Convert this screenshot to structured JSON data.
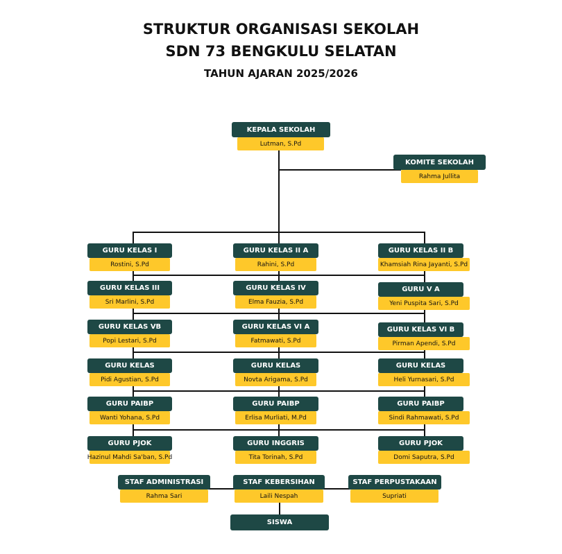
{
  "title": {
    "line1": "STRUKTUR ORGANISASI SEKOLAH",
    "line2": "SDN 73 BENGKULU SELATAN",
    "line3": "TAHUN AJARAN 2025/2026"
  },
  "colors": {
    "header": "#1e4845",
    "name": "#fec82a",
    "line": "#111111"
  },
  "nodes": [
    {
      "role": "KEPALA SEKOLAH",
      "name": "Lutman, S.Pd"
    },
    {
      "role": "KOMITE SEKOLAH",
      "name": "Rahma Jullita"
    },
    {
      "role": "GURU KELAS I",
      "name": "Rostini, S.Pd"
    },
    {
      "role": "GURU KELAS II A",
      "name": "Rahini, S.Pd"
    },
    {
      "role": "GURU KELAS II B",
      "name": "Khamsiah Rina Jayanti, S.Pd"
    },
    {
      "role": "GURU KELAS III",
      "name": "Sri Marlini, S.Pd"
    },
    {
      "role": "GURU KELAS IV",
      "name": "Elma Fauzia, S.Pd"
    },
    {
      "role": "GURU V A",
      "name": "Yeni Puspita Sari, S.Pd"
    },
    {
      "role": "GURU KELAS VB",
      "name": "Popi Lestari, S.Pd"
    },
    {
      "role": "GURU KELAS VI A",
      "name": "Fatmawati, S.Pd"
    },
    {
      "role": "GURU KELAS VI B",
      "name": "Pirman Apendi, S.Pd"
    },
    {
      "role": "GURU KELAS",
      "name": "Pidi Agustian, S.Pd"
    },
    {
      "role": "GURU KELAS",
      "name": "Novta Arigama, S.Pd"
    },
    {
      "role": "GURU KELAS",
      "name": "Heli Yurnasari, S.Pd"
    },
    {
      "role": "GURU PAIBP",
      "name": "Wanti Yohana, S.Pd"
    },
    {
      "role": "GURU PAIBP",
      "name": "Erlisa Murliati, M.Pd"
    },
    {
      "role": "GURU PAIBP",
      "name": "Sindi Rahmawati, S.Pd"
    },
    {
      "role": "GURU PJOK",
      "name": "Hazinul Mahdi Sa'ban, S.Pd"
    },
    {
      "role": "GURU INGGRIS",
      "name": "Tita Torinah, S.Pd"
    },
    {
      "role": "GURU PJOK",
      "name": "Domi Saputra, S.Pd"
    },
    {
      "role": "STAF ADMINISTRASI",
      "name": "Rahma Sari"
    },
    {
      "role": "STAF KEBERSIHAN",
      "name": "Laili Nespah"
    },
    {
      "role": "STAF PERPUSTAKAAN",
      "name": "Supriati"
    },
    {
      "role": "SISWA"
    }
  ]
}
